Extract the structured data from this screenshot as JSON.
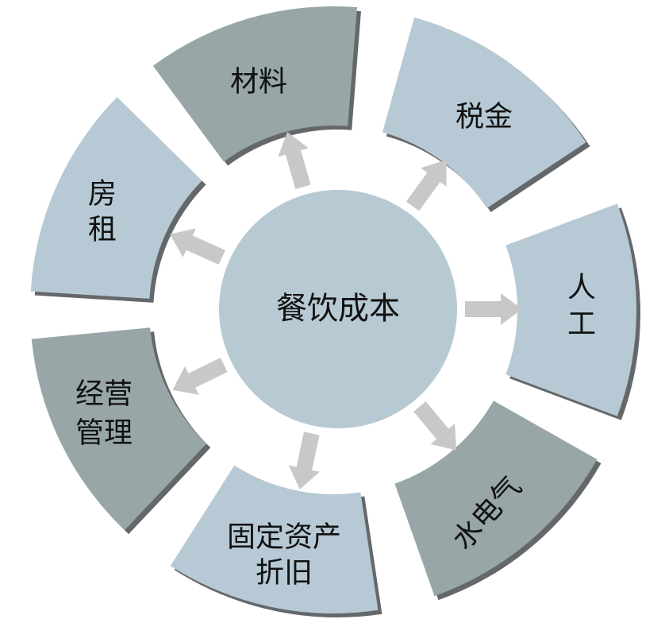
{
  "diagram": {
    "center": {
      "label": "餐饮成本",
      "color": "#b7c9d3"
    },
    "segments": [
      {
        "lines": [
          "人",
          "工"
        ],
        "color": "#b6c9d4"
      },
      {
        "lines": [
          "水电气"
        ],
        "color": "#98a6a7"
      },
      {
        "lines": [
          "固定资产",
          "折旧"
        ],
        "color": "#b6c9d4"
      },
      {
        "lines": [
          "经营",
          "管理"
        ],
        "color": "#98a6a7"
      },
      {
        "lines": [
          "房",
          "租"
        ],
        "color": "#b6c9d4"
      },
      {
        "lines": [
          "材料"
        ],
        "color": "#98a6a7"
      },
      {
        "lines": [
          "税金"
        ],
        "color": "#b6c9d4"
      }
    ],
    "arrow_color": "#c8c8c8",
    "shadow_color": "#64686a"
  }
}
